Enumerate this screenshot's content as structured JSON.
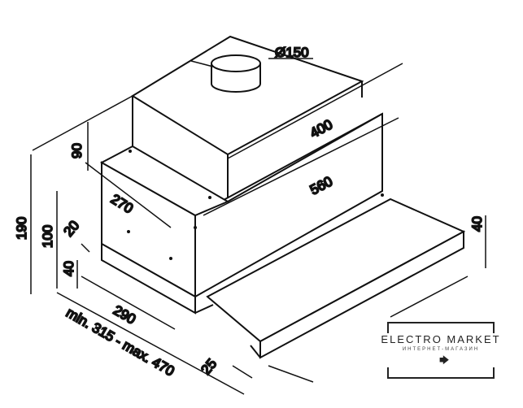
{
  "dimensions": {
    "duct_diameter": "Ø150",
    "depth_top": "400",
    "width": "560",
    "top_height": "90",
    "total_height": "190",
    "body_height": "100",
    "body_depth": "270",
    "offset": "20",
    "front_height_left": "40",
    "tray_depth": "290",
    "extension_range": "min. 315 - max. 470",
    "front_panel_thickness": "25",
    "front_panel_height": "40"
  },
  "logo": {
    "title": "ELECTRO MARKET",
    "subtitle": "ИНТЕРНЕТ-МАГАЗИН"
  }
}
